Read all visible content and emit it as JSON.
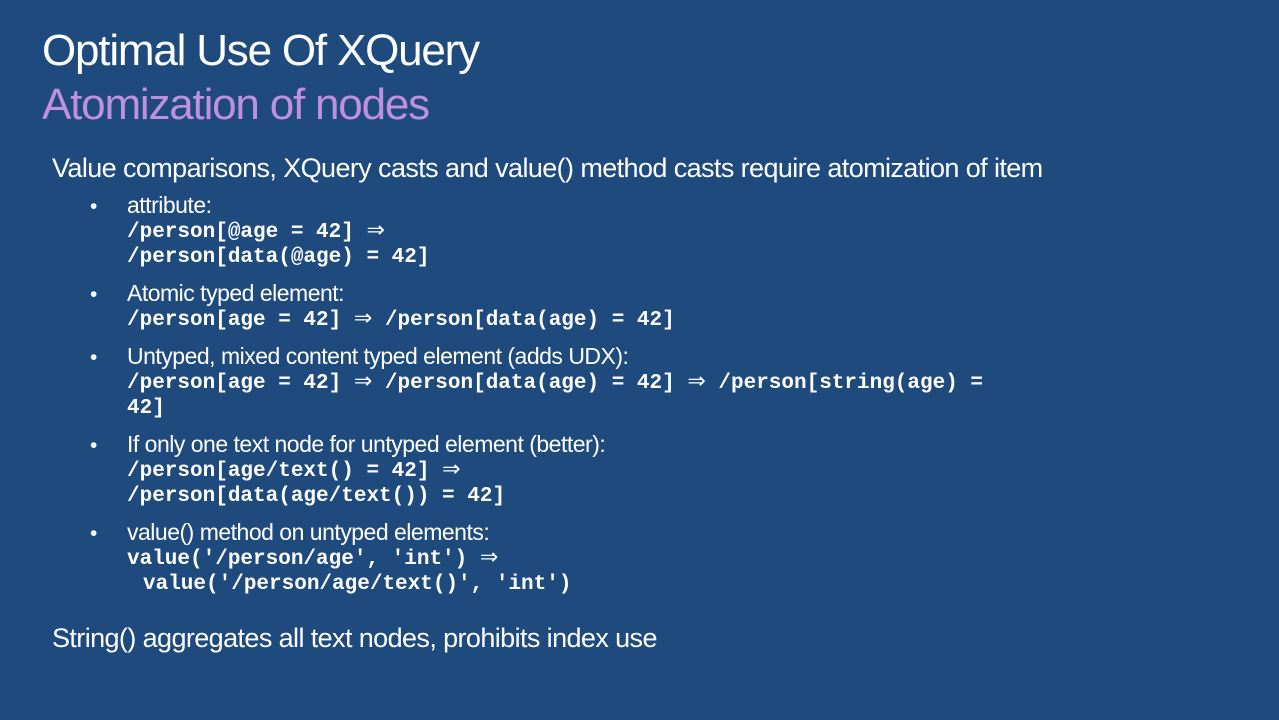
{
  "slide": {
    "title": "Optimal Use Of XQuery",
    "subtitle": "Atomization of nodes",
    "lead": "Value comparisons, XQuery casts and value() method casts require atomization of item",
    "closing": "String() aggregates all text nodes, prohibits index use"
  },
  "bullets": [
    {
      "label": "attribute:",
      "lines": [
        [
          "/person[@age = 42] ",
          "⇒"
        ],
        [
          "/person[data(@age) = 42]"
        ]
      ]
    },
    {
      "label": "Atomic typed element:",
      "lines": [
        [
          "/person[age = 42] ",
          "⇒",
          " /person[data(age) = 42]"
        ]
      ]
    },
    {
      "label": "Untyped, mixed content typed element (adds UDX):",
      "lines": [
        [
          "/person[age = 42] ",
          "⇒",
          " /person[data(age) = 42] ",
          "⇒",
          " /person[string(age) ="
        ],
        [
          "42]"
        ]
      ]
    },
    {
      "label": "If only one text node for untyped element (better):",
      "lines": [
        [
          "/person[age/text() = 42] ",
          "⇒"
        ],
        [
          "/person[data(age/text()) = 42]"
        ]
      ]
    },
    {
      "label": "value() method on untyped elements:",
      "lines": [
        [
          "value('/person/age', 'int') ",
          "⇒"
        ],
        [
          "value('/person/age/text()', 'int')"
        ]
      ]
    }
  ],
  "colors": {
    "background": "#1e4a7e",
    "text": "#ffffff",
    "subtitle": "#c090e0"
  }
}
